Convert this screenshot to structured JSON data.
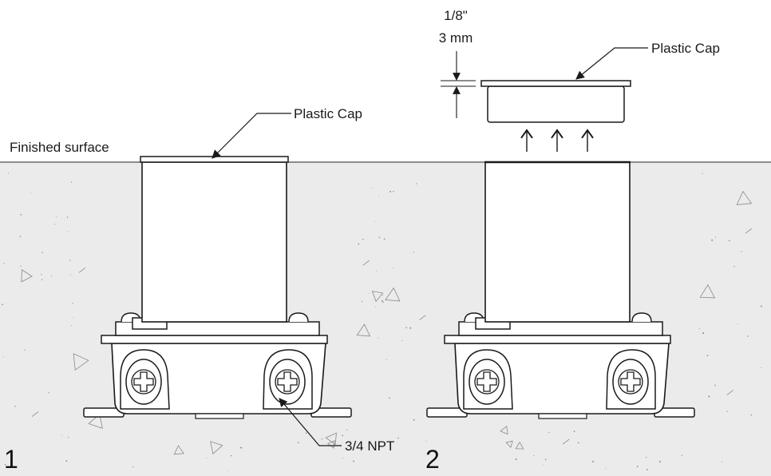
{
  "labels": {
    "finished_surface": "Finished surface",
    "plastic_cap_1": "Plastic Cap",
    "plastic_cap_2": "Plastic Cap",
    "npt": "3/4 NPT",
    "dim_in": "1/8\"",
    "dim_mm": "3 mm"
  },
  "figures": {
    "fig1": "1",
    "fig2": "2"
  },
  "colors": {
    "concrete": "#ebebeb",
    "line": "#1a1a1a",
    "body": "#ffffff",
    "speckle": "#8a8a8a"
  }
}
